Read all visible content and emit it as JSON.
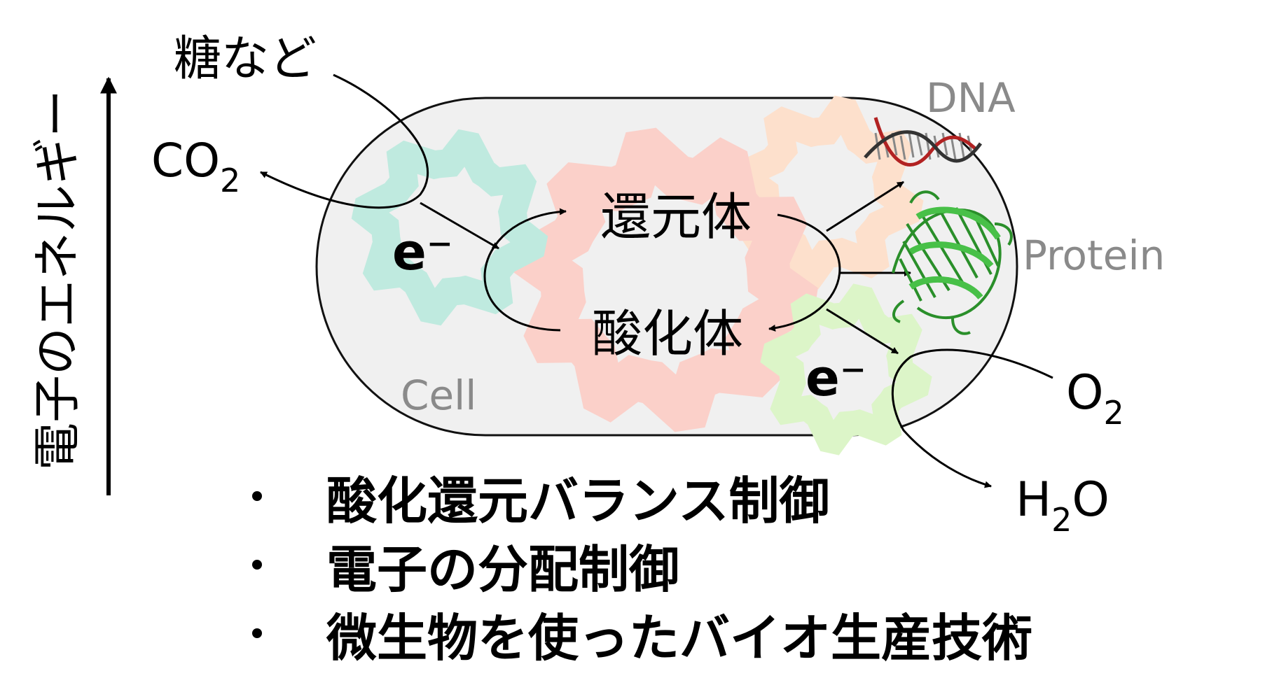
{
  "axis": {
    "label": "電子のエネルギー"
  },
  "inputs": {
    "sugar": "糖など"
  },
  "molecules": {
    "co2": {
      "main": "CO",
      "sub": "2"
    },
    "o2": {
      "main": "O",
      "sub": "2"
    },
    "h2o": {
      "pre": "H",
      "sub": "2",
      "post": "O"
    }
  },
  "cell": {
    "label": "Cell"
  },
  "electron": {
    "label": "e⁻"
  },
  "redox": {
    "reduced": "還元体",
    "oxidized": "酸化体"
  },
  "products": {
    "dna": "DNA",
    "protein": "Protein"
  },
  "bullets": [
    "酸化還元バランス制御",
    "電子の分配制御",
    "微生物を使ったバイオ生産技術"
  ],
  "colors": {
    "cell_fill": "#f0f0f0",
    "gear_teal": "#bfeadf",
    "gear_pink": "#fbd0c9",
    "gear_peach": "#fde0cc",
    "gear_green": "#dcf5c8",
    "protein": "#3aa83a",
    "dna_red": "#b22222",
    "dna_dark": "#333333"
  }
}
